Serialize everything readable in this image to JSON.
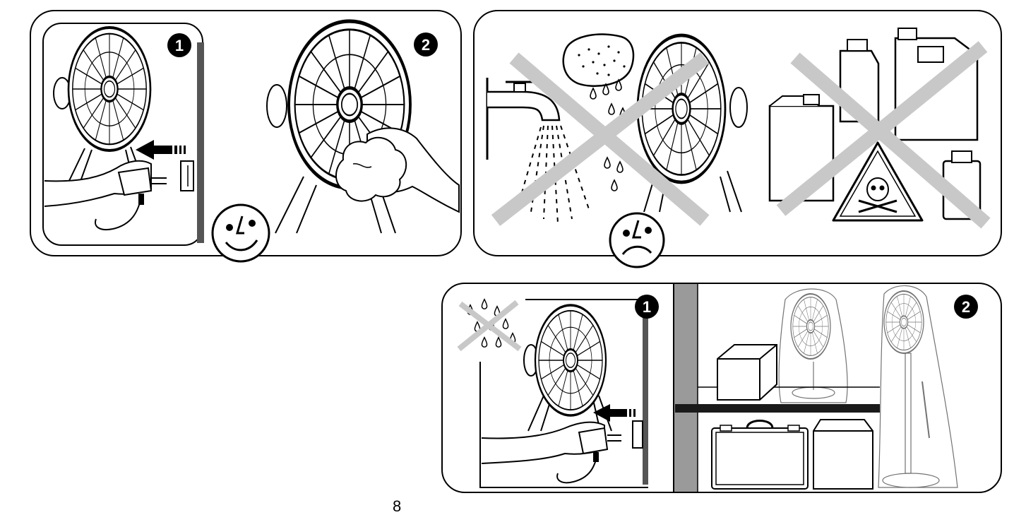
{
  "panels": {
    "cleaning": {
      "steps": [
        {
          "number": "1"
        },
        {
          "number": "2"
        }
      ],
      "result": "smiley-happy-icon"
    },
    "do_not": {
      "prohibited": [
        "water-tap-icon",
        "wet-sponge-icon",
        "chemical-containers-icon",
        "toxic-warning-icon"
      ],
      "result": "smiley-sad-icon"
    },
    "storage": {
      "steps": [
        {
          "number": "1"
        },
        {
          "number": "2"
        }
      ]
    }
  },
  "page": {
    "number": "8"
  },
  "colors": {
    "line": "#000000",
    "cross": "#c8c8c8",
    "shelf": "#1a1a1a"
  }
}
